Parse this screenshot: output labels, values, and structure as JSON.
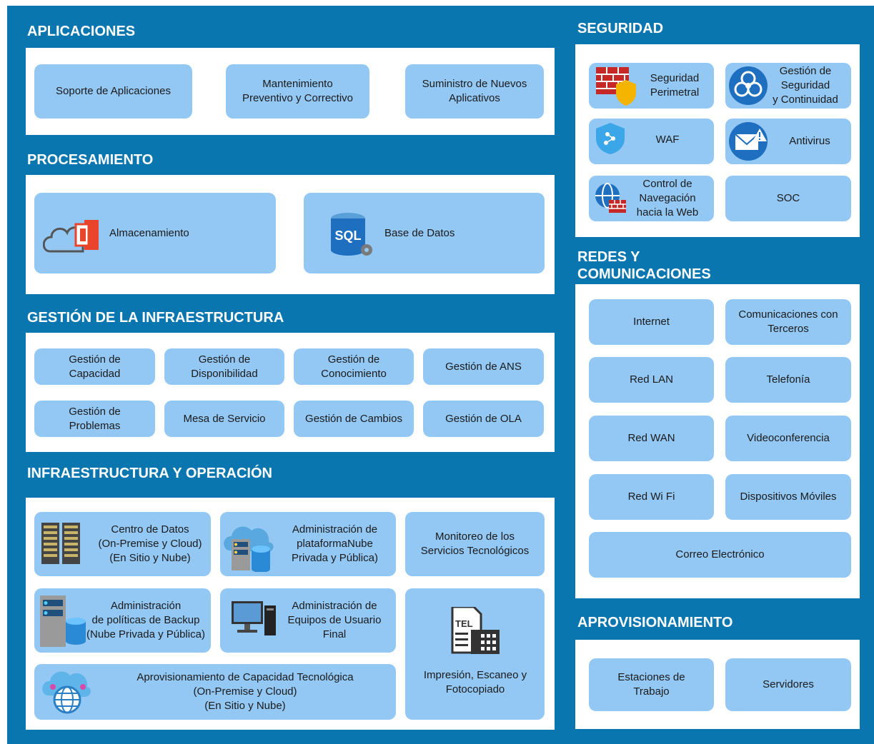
{
  "colors": {
    "frame": "#0a76b0",
    "panel": "#ffffff",
    "box": "#93c8f5",
    "text": "#1a1a1a",
    "header_text": "#ffffff"
  },
  "aplicaciones": {
    "title": "APLICACIONES",
    "items": [
      "Soporte de Aplicaciones",
      "Mantenimiento\nPreventivo y Correctivo",
      "Suministro de Nuevos\nAplicativos"
    ]
  },
  "procesamiento": {
    "title": "PROCESAMIENTO",
    "items": [
      {
        "label": "Almacenamiento",
        "icon": "cloud-office-icon"
      },
      {
        "label": "Base de Datos",
        "icon": "sql-database-icon",
        "icon_text": "SQL"
      }
    ]
  },
  "gestion_infra": {
    "title": "GESTIÓN DE LA INFRAESTRUCTURA",
    "items": [
      "Gestión de\nCapacidad",
      "Gestión de\nDisponibilidad",
      "Gestión de\nConocimiento",
      "Gestión de ANS",
      "Gestión de\nProblemas",
      "Mesa de Servicio",
      "Gestión de Cambios",
      "Gestión de OLA"
    ]
  },
  "infra_operacion": {
    "title": "INFRAESTRUCTURA Y OPERACIÓN",
    "items": [
      {
        "label": "Centro de Datos\n(On-Premise y Cloud)\n(En Sitio y Nube)",
        "icon": "server-rack-icon"
      },
      {
        "label": "Administración de\nplataformaNube\nPrivada y Pública)",
        "icon": "cloud-server-icon"
      },
      {
        "label": "Monitoreo de los\nServicios Tecnológicos"
      },
      {
        "label": "Administración\nde políticas  de Backup\n(Nube Privada y Pública)",
        "icon": "backup-server-icon"
      },
      {
        "label": "Administración de\nEquipos de Usuario\nFinal",
        "icon": "desktop-computer-icon"
      },
      {
        "label": "Impresión, Escaneo y\nFotocopiado",
        "icon": "tel-fax-icon",
        "icon_text": "TEL"
      },
      {
        "label": "Aprovisionamiento de Capacidad Tecnológica\n(On-Premise y Cloud)\n(En Sitio y Nube)",
        "icon": "cloud-globe-icon"
      }
    ]
  },
  "seguridad": {
    "title": "SEGURIDAD",
    "items": [
      {
        "label": "Seguridad\nPerimetral",
        "icon": "firewall-shield-icon"
      },
      {
        "label": "Gestión de\nSeguridad\ny Continuidad",
        "icon": "biohazard-shield-icon"
      },
      {
        "label": "WAF",
        "icon": "waf-shield-icon"
      },
      {
        "label": "Antivirus",
        "icon": "mail-alert-icon"
      },
      {
        "label": "Control de\nNavegación\nhacia la Web",
        "icon": "web-firewall-icon"
      },
      {
        "label": "SOC"
      }
    ]
  },
  "redes": {
    "title": "REDES Y\nCOMUNICACIONES",
    "items": [
      "Internet",
      "Comunicaciones con\nTerceros",
      "Red LAN",
      "Telefonía",
      "Red WAN",
      "Videoconferencia",
      "Red Wi Fi",
      "Dispositivos Móviles",
      "Correo Electrónico"
    ]
  },
  "aprovisionamiento": {
    "title": "APROVISIONAMIENTO",
    "items": [
      "Estaciones de\nTrabajo",
      "Servidores"
    ]
  }
}
